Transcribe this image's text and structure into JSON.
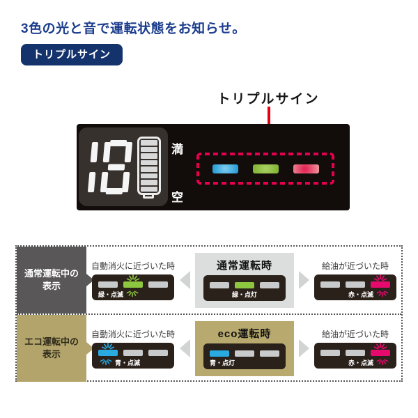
{
  "header": {
    "title": "3色の光と音で運転状態をお知らせ。",
    "badge": "トリプルサイン"
  },
  "display": {
    "callout_label": "トリプルサイン",
    "digits": "18",
    "gauge_full_label": "満",
    "gauge_empty_label": "空",
    "lights": [
      "blue",
      "green",
      "red"
    ]
  },
  "colors": {
    "headline_navy": "#1c3d8e",
    "badge_navy": "#14336d",
    "pointer_red": "#e60012",
    "dashed_red": "#e4004f",
    "device_black": "#120d0b",
    "lcd_bg": "#37312d",
    "indicator_bg": "#2b211b",
    "off": "#c9cacb",
    "green": "#8dc63f",
    "blue": "#29abe2",
    "magenta": "#e60a6f",
    "normal_label_bg": "#595757",
    "normal_center_bg": "#dcdddd",
    "eco_label_bg": "#b3a46b",
    "eco_center_bg": "#b8a96e",
    "arrow_gray": "#d2d3d3"
  },
  "table": {
    "rows": [
      {
        "theme": "normal",
        "label_line1": "通常運転中の",
        "label_line2": "表示",
        "left": {
          "caption": "自動消火に近づいた時",
          "state_label": "緑・点滅",
          "lights": [
            "off",
            "green",
            "off"
          ],
          "blink": true,
          "label_align": "left",
          "rays_pos": "after"
        },
        "center": {
          "title": "通常運転時",
          "state_label": "緑・点灯",
          "lights": [
            "off",
            "green",
            "off"
          ],
          "blink": false,
          "label_align": "center",
          "rays_pos": "none"
        },
        "right": {
          "caption": "給油が近づいた時",
          "state_label": "赤・点滅",
          "lights": [
            "off",
            "off",
            "magenta"
          ],
          "blink": true,
          "label_align": "right",
          "rays_pos": "after"
        }
      },
      {
        "theme": "eco",
        "label_line1": "エコ運転中の",
        "label_line2": "表示",
        "left": {
          "caption": "自動消火に近づいた時",
          "state_label": "青・点滅",
          "lights": [
            "blue",
            "off",
            "off"
          ],
          "blink": true,
          "label_align": "left",
          "rays_pos": "before"
        },
        "center": {
          "title": "eco運転時",
          "state_label": "青・点灯",
          "lights": [
            "blue",
            "off",
            "off"
          ],
          "blink": false,
          "label_align": "left",
          "rays_pos": "none"
        },
        "right": {
          "caption": "給油が近づいた時",
          "state_label": "赤・点滅",
          "lights": [
            "off",
            "off",
            "magenta"
          ],
          "blink": true,
          "label_align": "right",
          "rays_pos": "after"
        }
      }
    ]
  }
}
